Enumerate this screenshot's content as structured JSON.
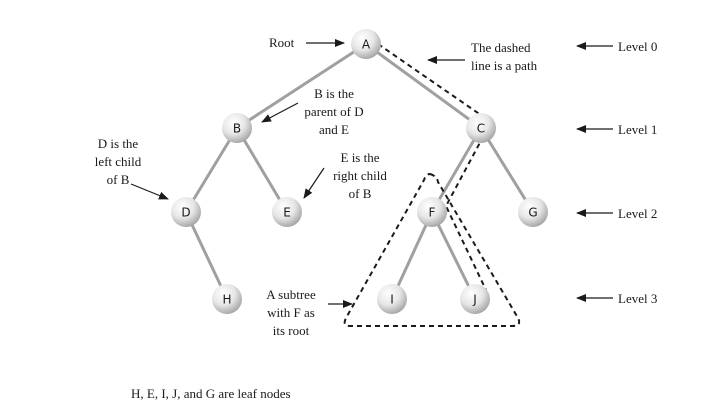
{
  "nodes": [
    {
      "id": "A",
      "label": "A"
    },
    {
      "id": "B",
      "label": "B"
    },
    {
      "id": "C",
      "label": "C"
    },
    {
      "id": "D",
      "label": "D"
    },
    {
      "id": "E",
      "label": "E"
    },
    {
      "id": "F",
      "label": "F"
    },
    {
      "id": "G",
      "label": "G"
    },
    {
      "id": "H",
      "label": "H"
    },
    {
      "id": "I",
      "label": "I"
    },
    {
      "id": "J",
      "label": "J"
    }
  ],
  "edges": [
    [
      "A",
      "B"
    ],
    [
      "A",
      "C"
    ],
    [
      "B",
      "D"
    ],
    [
      "B",
      "E"
    ],
    [
      "C",
      "F"
    ],
    [
      "C",
      "G"
    ],
    [
      "D",
      "H"
    ],
    [
      "F",
      "I"
    ],
    [
      "F",
      "J"
    ]
  ],
  "annotations": {
    "root": "Root",
    "dashed_path": [
      "The dashed",
      "line is a path"
    ],
    "parent": [
      "B is the",
      "parent of D",
      "and E"
    ],
    "left_child": [
      "D is the",
      "left child",
      "of B"
    ],
    "right_child": [
      "E is the",
      "right child",
      "of B"
    ],
    "subtree": [
      "A subtree",
      "with F as",
      "its root"
    ],
    "leaf_nodes": "H, E, I, J, and G are leaf nodes"
  },
  "levels": [
    "Level 0",
    "Level 1",
    "Level 2",
    "Level 3"
  ]
}
